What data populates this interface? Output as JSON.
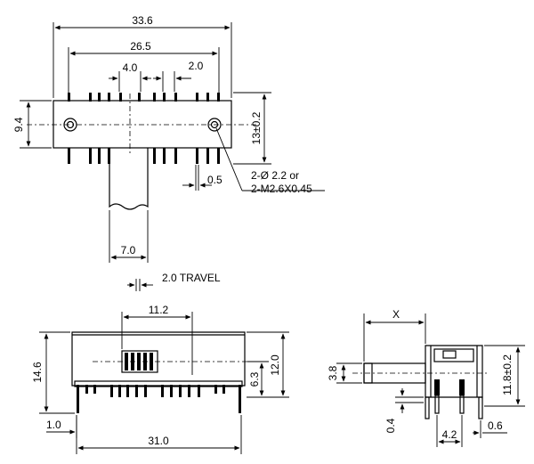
{
  "top_view": {
    "dim_overall_width": "33.6",
    "dim_pin_span": "26.5",
    "dim_pin_group_pitch": "4.0",
    "dim_pin_pitch": "2.0",
    "dim_body_height": "9.4",
    "dim_mount_height": "13±0.2",
    "dim_pin_width": "0.5",
    "dim_actuator_width": "7.0",
    "mount_hole_note_line1": "2-Ø 2.2 or",
    "mount_hole_note_line2": "2-M2.6X0.45",
    "dim_travel": "2.0 TRAVEL"
  },
  "front_view": {
    "dim_actuator_span": "11.2",
    "dim_total_height": "14.6",
    "dim_body_height": "12.0",
    "dim_actuator_height": "6.3",
    "dim_pin_offset": "1.0",
    "dim_pin_span": "31.0"
  },
  "side_view": {
    "dim_x": "X",
    "dim_stem_height": "3.8",
    "dim_height": "11.8±0.2",
    "dim_pin_thickness": "0.4",
    "dim_pin_spacing": "4.2",
    "dim_lead": "0.6"
  }
}
